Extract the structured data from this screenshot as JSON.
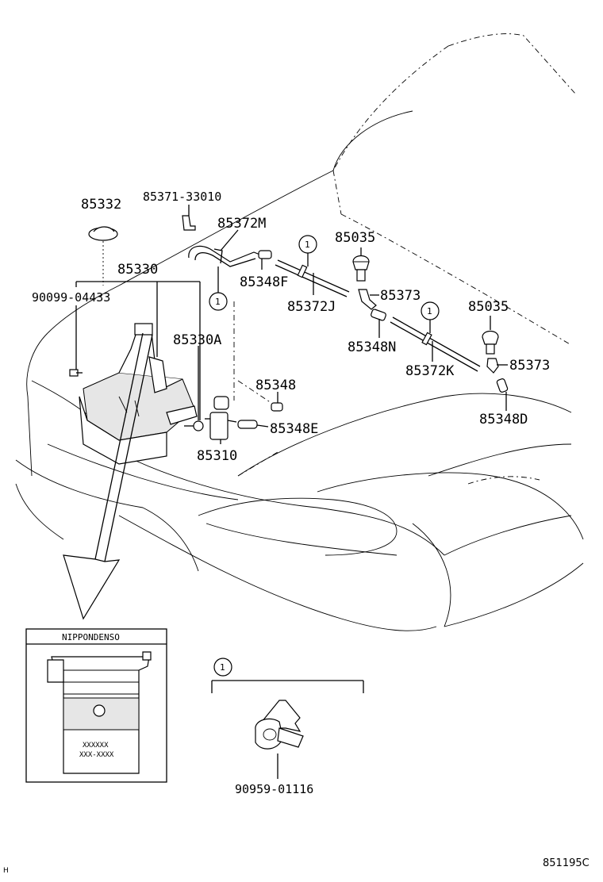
{
  "parts": {
    "p85332": "85332",
    "p85371": "85371-33010",
    "p85372M": "85372M",
    "p85330": "85330",
    "p90099": "90099-04433",
    "p85330A": "85330A",
    "p85348F": "85348F",
    "p85372J": "85372J",
    "p85035a": "85035",
    "p85373a": "85373",
    "p85348N": "85348N",
    "p85372K": "85372K",
    "p85035b": "85035",
    "p85373b": "85373",
    "p85348D": "85348D",
    "p85348": "85348",
    "p85348E": "85348E",
    "p85310": "85310",
    "p90959": "90959-01116"
  },
  "callouts": {
    "c1": "1",
    "c2": "1",
    "c3": "1",
    "legend": "1"
  },
  "inset": {
    "brand": "NIPPONDENSO",
    "line1": "XXXXXX",
    "line2": "XXX-XXXX"
  },
  "footer": {
    "code": "851195C",
    "corner": "H"
  }
}
